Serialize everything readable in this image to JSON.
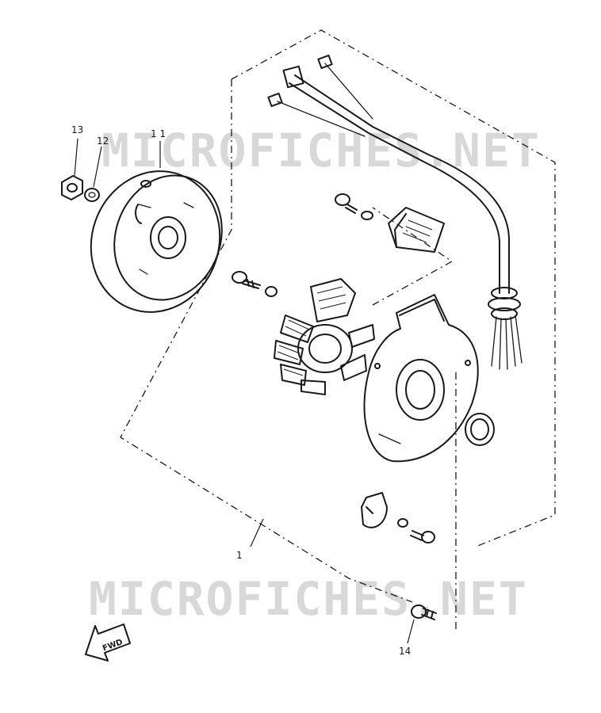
{
  "watermark": "MICROFICHES.NET",
  "direction_label": "FWD",
  "callouts": [
    {
      "id": "1",
      "label": "1"
    },
    {
      "id": "11",
      "label": "1 1"
    },
    {
      "id": "12",
      "label": "12"
    },
    {
      "id": "13",
      "label": "13"
    },
    {
      "id": "14",
      "label": "14"
    }
  ]
}
